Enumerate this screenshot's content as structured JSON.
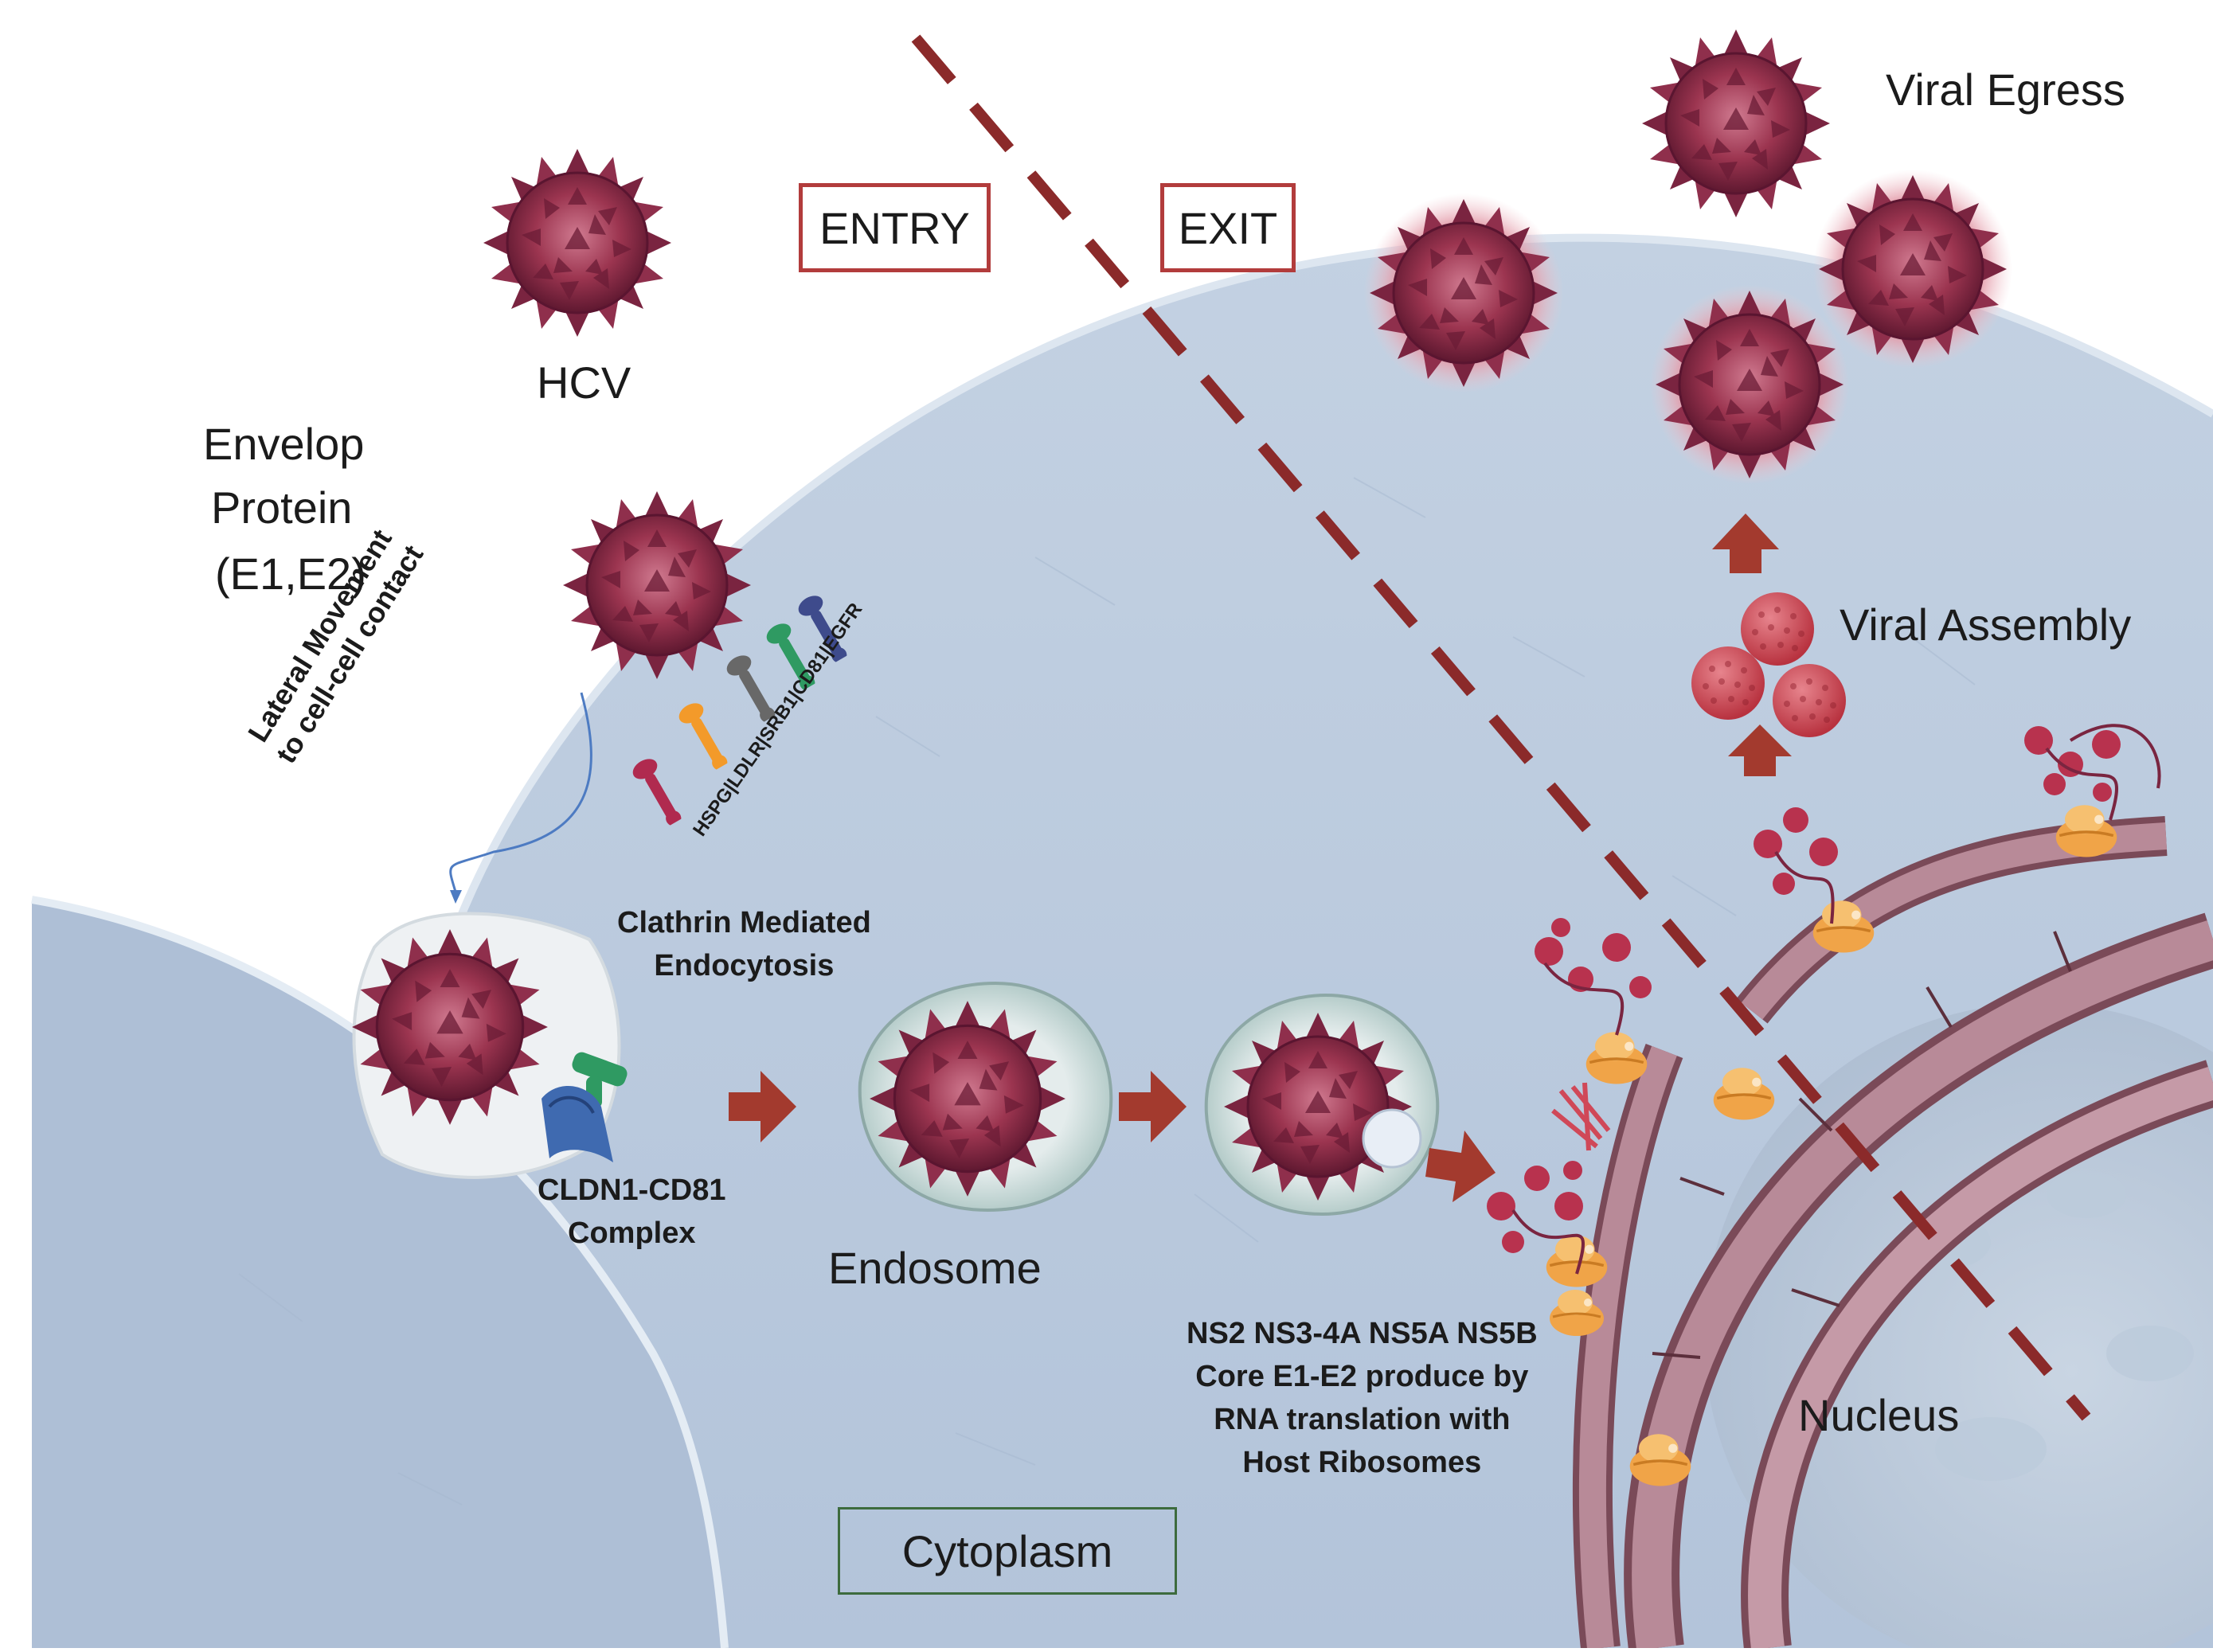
{
  "labels": {
    "hcv": "HCV",
    "envelop": [
      "Envelop",
      "Protein",
      "(E1,E2)"
    ],
    "entry": "ENTRY",
    "exit": "EXIT",
    "viral_egress": "Viral Egress",
    "viral_assembly": "Viral Assembly",
    "lateral_movement": [
      "Lateral Movement",
      "to cell-cell contact"
    ],
    "receptors": "HSPG|LDLR|SRB1|CD81|EGFR",
    "clathrin": [
      "Clathrin Mediated",
      "Endocytosis"
    ],
    "cldn1": [
      "CLDN1-CD81",
      "Complex"
    ],
    "endosome": "Endosome",
    "translation": [
      "NS2 NS3-4A NS5A NS5B",
      "Core E1-E2 produce by",
      "RNA translation with",
      "Host Ribosomes"
    ],
    "nucleus": "Nucleus",
    "cytoplasm": "Cytoplasm"
  },
  "colors": {
    "virus": "#9c3550",
    "virus_dark": "#6e1d36",
    "cell": "#b9c9dc",
    "cell_dark": "#9fb3cc",
    "er": "#7a4a58",
    "divider": "#8b2a2a",
    "arrow": "#a33a2e",
    "entry_box": "#b23c3c",
    "cytoplasm_box": "#3d6b3d"
  }
}
